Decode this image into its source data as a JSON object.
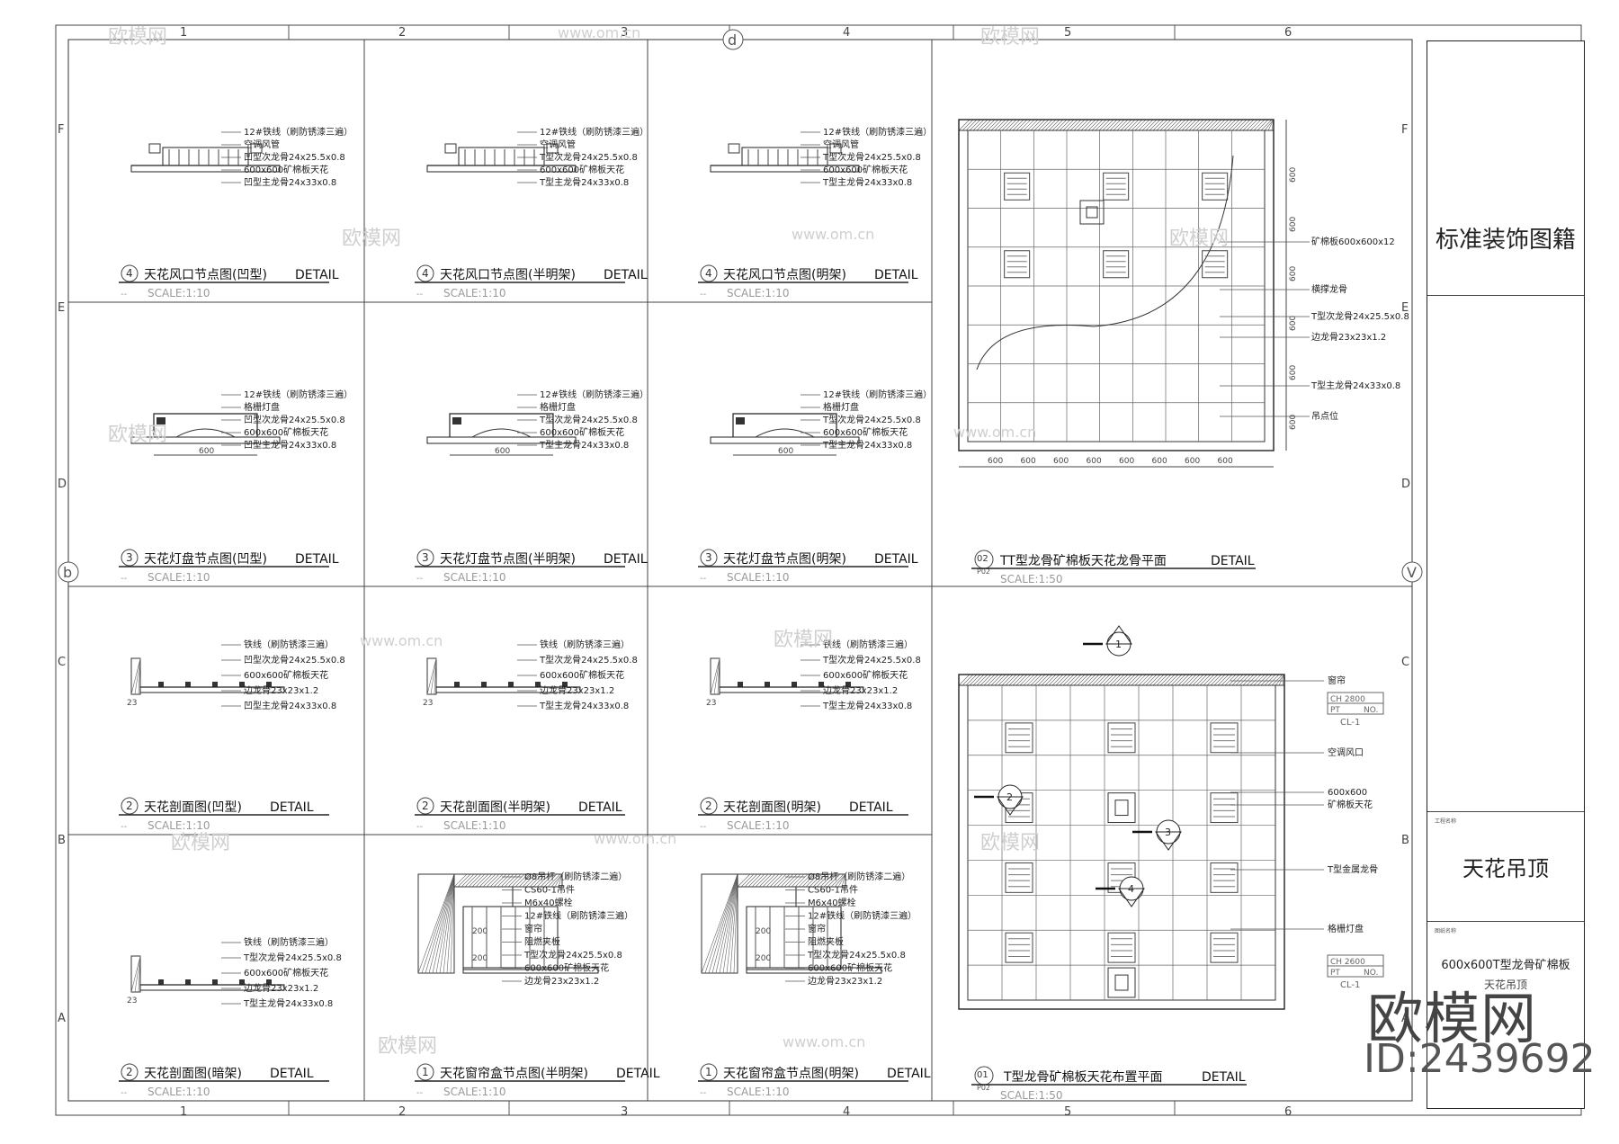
{
  "sheet": {
    "title_block": {
      "standard": "标准装饰图籍",
      "small_label_1": "工程名称",
      "name": "天花吊顶",
      "small_label_2": "图纸名称",
      "drawing": "600x600T型龙骨矿棉板",
      "drawing_sub": "天花吊顶"
    },
    "columns": [
      "1",
      "2",
      "3",
      "4",
      "5",
      "6"
    ],
    "rows": [
      "F",
      "E",
      "D",
      "C",
      "B",
      "A"
    ],
    "circle_marks": [
      "d",
      "b",
      "V"
    ],
    "watermark": {
      "brand": "欧模网",
      "url": "www.om.cn",
      "id": "ID:2439692"
    }
  },
  "details": [
    {
      "num": "4",
      "title": "天花风口节点图(凹型)",
      "suffix": "DETAIL",
      "scale": "SCALE:1:10",
      "notes": [
        "12#铁线（刷防锈漆三遍）",
        "空调风管",
        "凹型次龙骨24x25.5x0.8",
        "600x600矿棉板天花",
        "凹型主龙骨24x33x0.8"
      ]
    },
    {
      "num": "4",
      "title": "天花风口节点图(半明架)",
      "suffix": "DETAIL",
      "scale": "SCALE:1:10",
      "notes": [
        "12#铁线（刷防锈漆三遍）",
        "空调风管",
        "T型次龙骨24x25.5x0.8",
        "600x600矿棉板天花",
        "T型主龙骨24x33x0.8"
      ]
    },
    {
      "num": "4",
      "title": "天花风口节点图(明架)",
      "suffix": "DETAIL",
      "scale": "SCALE:1:10",
      "notes": [
        "12#铁线（刷防锈漆三遍）",
        "空调风管",
        "T型次龙骨24x25.5x0.8",
        "600x600矿棉板天花",
        "T型主龙骨24x33x0.8"
      ]
    },
    {
      "num": "3",
      "title": "天花灯盘节点图(凹型)",
      "suffix": "DETAIL",
      "scale": "SCALE:1:10",
      "dim": "600",
      "notes": [
        "12#铁线（刷防锈漆三遍）",
        "格栅灯盘",
        "凹型次龙骨24x25.5x0.8",
        "600x600矿棉板天花",
        "凹型主龙骨24x33x0.8"
      ]
    },
    {
      "num": "3",
      "title": "天花灯盘节点图(半明架)",
      "suffix": "DETAIL",
      "scale": "SCALE:1:10",
      "dim": "600",
      "notes": [
        "12#铁线（刷防锈漆三遍）",
        "格栅灯盘",
        "T型次龙骨24x25.5x0.8",
        "600x600矿棉板天花",
        "T型主龙骨24x33x0.8"
      ]
    },
    {
      "num": "3",
      "title": "天花灯盘节点图(明架)",
      "suffix": "DETAIL",
      "scale": "SCALE:1:10",
      "dim": "600",
      "notes": [
        "12#铁线（刷防锈漆三遍）",
        "格栅灯盘",
        "T型次龙骨24x25.5x0.8",
        "600x600矿棉板天花",
        "T型主龙骨24x33x0.8"
      ]
    },
    {
      "num": "2",
      "title": "天花剖面图(凹型)",
      "suffix": "DETAIL",
      "scale": "SCALE:1:10",
      "dim": "23",
      "notes": [
        "铁线（刷防锈漆三遍）",
        "凹型次龙骨24x25.5x0.8",
        "600x600矿棉板天花",
        "边龙骨23x23x1.2",
        "凹型主龙骨24x33x0.8"
      ]
    },
    {
      "num": "2",
      "title": "天花剖面图(半明架)",
      "suffix": "DETAIL",
      "scale": "SCALE:1:10",
      "dim": "23",
      "notes": [
        "铁线（刷防锈漆三遍）",
        "T型次龙骨24x25.5x0.8",
        "600x600矿棉板天花",
        "边龙骨23x23x1.2",
        "T型主龙骨24x33x0.8"
      ]
    },
    {
      "num": "2",
      "title": "天花剖面图(明架)",
      "suffix": "DETAIL",
      "scale": "SCALE:1:10",
      "dim": "23",
      "notes": [
        "铁线（刷防锈漆三遍）",
        "T型次龙骨24x25.5x0.8",
        "600x600矿棉板天花",
        "边龙骨23x23x1.2",
        "T型主龙骨24x33x0.8"
      ]
    },
    {
      "num": "2",
      "title": "天花剖面图(暗架)",
      "suffix": "DETAIL",
      "scale": "SCALE:1:10",
      "dim": "23",
      "notes": [
        "铁线（刷防锈漆三遍）",
        "T型次龙骨24x25.5x0.8",
        "600x600矿棉板天花",
        "边龙骨23x23x1.2",
        "T型主龙骨24x33x0.8"
      ]
    },
    {
      "num": "1",
      "title": "天花窗帘盒节点图(半明架)",
      "suffix": "DETAIL",
      "scale": "SCALE:1:10",
      "dims": [
        "200",
        "200"
      ],
      "notes": [
        "Ø8吊杆（刷防锈漆二遍）",
        "CS60-1吊件",
        "M6x40螺栓",
        "12#铁线（刷防锈漆三遍）",
        "窗帘",
        "阻燃夹板",
        "T型次龙骨24x25.5x0.8",
        "600x600矿棉板天花",
        "边龙骨23x23x1.2"
      ]
    },
    {
      "num": "1",
      "title": "天花窗帘盒节点图(明架)",
      "suffix": "DETAIL",
      "scale": "SCALE:1:10",
      "dims": [
        "200",
        "200"
      ],
      "notes": [
        "Ø8吊杆（刷防锈漆二遍）",
        "CS60-1吊件",
        "M6x40螺栓",
        "12#铁线（刷防锈漆三遍）",
        "窗帘",
        "阻燃夹板",
        "T型次龙骨24x25.5x0.8",
        "600x600矿棉板天花",
        "边龙骨23x23x1.2"
      ]
    }
  ],
  "plan_keel": {
    "num": "02",
    "sheet": "P02",
    "title": "TT型龙骨矿棉板天花龙骨平面",
    "suffix": "DETAIL",
    "scale": "SCALE:1:50",
    "dims_bottom": [
      "600",
      "600",
      "600",
      "600",
      "600",
      "600",
      "600",
      "600"
    ],
    "dims_right": [
      "600",
      "600",
      "600",
      "600",
      "600",
      "600"
    ],
    "notes": [
      "矿棉板600x600x12",
      "横撑龙骨",
      "T型次龙骨24x25.5x0.8",
      "边龙骨23x23x1.2",
      "T型主龙骨24x33x0.8",
      "吊点位"
    ]
  },
  "plan_layout": {
    "num": "01",
    "sheet": "P02",
    "title": "T型龙骨矿棉板天花布置平面",
    "suffix": "DETAIL",
    "scale": "SCALE:1:50",
    "section_marks": [
      "1",
      "2",
      "3",
      "4"
    ],
    "tags": [
      {
        "ch": "CH 2800",
        "pt": "PT",
        "no": "NO.",
        "cl": "CL-1"
      },
      {
        "ch": "CH 2600",
        "pt": "PT",
        "no": "NO.",
        "cl": "CL-1"
      }
    ],
    "notes": [
      "窗帘",
      "空调风口",
      "600x600",
      "矿棉板天花",
      "T型金属龙骨",
      "格栅灯盘"
    ]
  },
  "colors": {
    "line": "#222222",
    "hatch": "#555555",
    "grid": "#888888"
  }
}
